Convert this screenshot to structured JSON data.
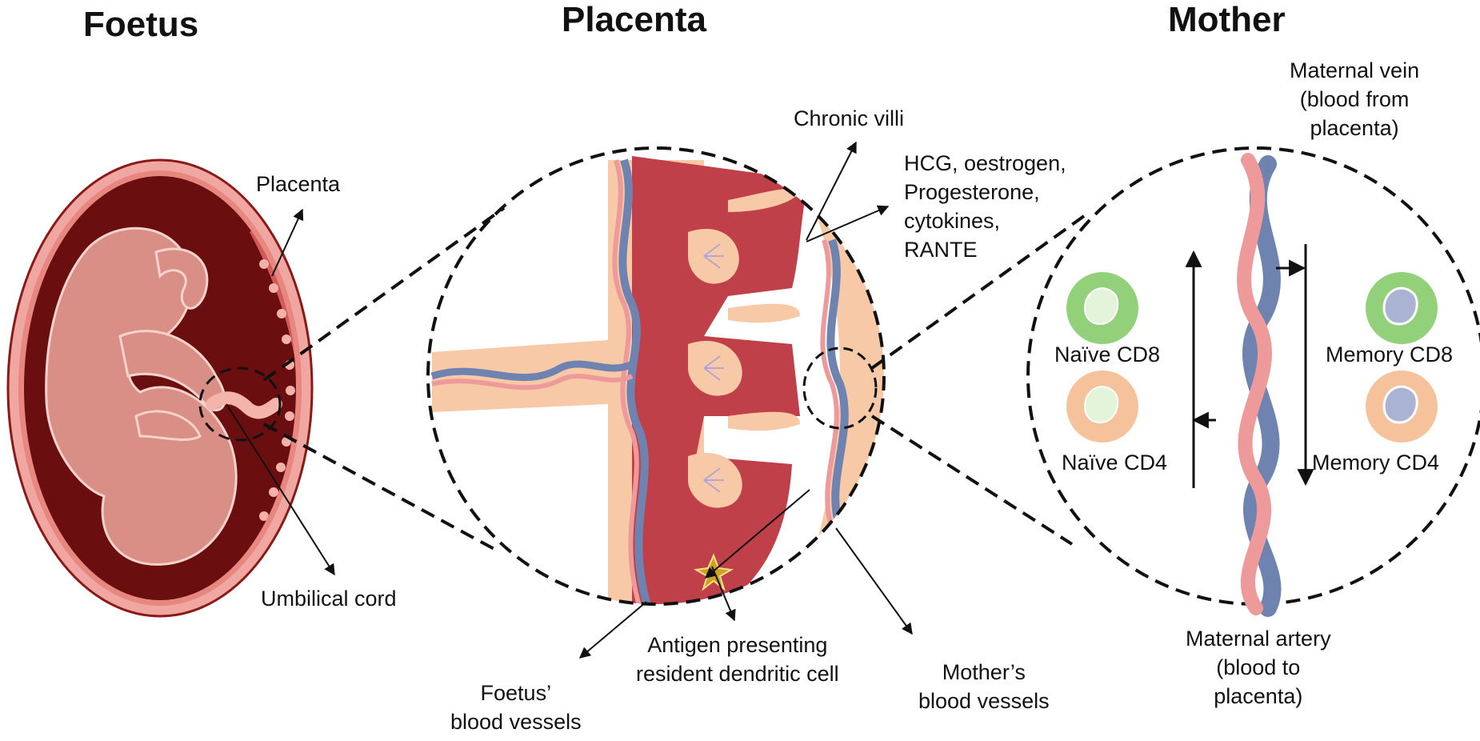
{
  "titles": {
    "foetus": "Foetus",
    "placenta": "Placenta",
    "mother": "Mother"
  },
  "labels": {
    "placenta": "Placenta",
    "umbilical_cord": "Umbilical cord",
    "chronic_villi": "Chronic villi",
    "hormones": "HCG, oestrogen,\nProgesterone,\ncytokines,\nRANTE",
    "antigen_presenting": "Antigen presenting\nresident dendritic cell",
    "foetus_vessels": "Foetus’\nblood vessels",
    "mothers_vessels": "Mother’s\nblood vessels",
    "maternal_vein": "Maternal vein\n(blood from\nplacenta)",
    "maternal_artery": "Maternal artery\n(blood to\nplacenta)",
    "naive_cd8": "Naïve CD8",
    "naive_cd4": "Naïve CD4",
    "memory_cd8": "Memory CD8",
    "memory_cd4": "Memory CD4"
  },
  "colors": {
    "uterus_dark": "#6b0e0f",
    "uterus_wall": "#e8827e",
    "foetus_body": "#d98f86",
    "placental_tissue": "#c0404a",
    "villus_tissue": "#f7c9a6",
    "foetal_vessel": "#6f83b0",
    "maternal_vessel": "#ef9a9a",
    "cd8_cell": "#93d07a",
    "cd4_cell": "#f5c29c"
  }
}
